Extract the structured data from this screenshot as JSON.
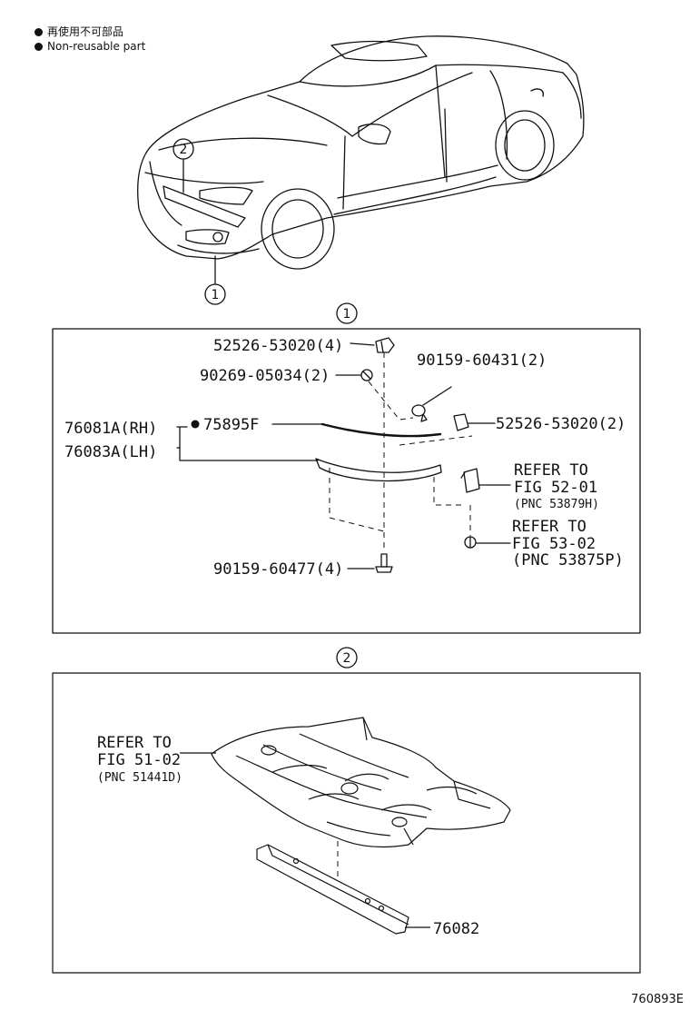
{
  "legend": {
    "line1": "再使用不可部品",
    "line2": "Non-reusable part"
  },
  "callouts": {
    "c1": "1",
    "c2": "2"
  },
  "panel1": {
    "clip_top": "52526-53020(4)",
    "screw": "90269-05034(2)",
    "grommet": "90159-60431(2)",
    "clip_right": "52526-53020(2)",
    "rh": "76081A(RH)",
    "lh": "76083A(LH)",
    "trim": "75895F",
    "ref1_a": "REFER TO",
    "ref1_b": "FIG 52-01",
    "ref1_c": "(PNC 53879H)",
    "ref2_a": "REFER TO",
    "ref2_b": "FIG 53-02",
    "ref2_c": "(PNC 53875P)",
    "bolt": "90159-60477(4)"
  },
  "panel2": {
    "ref_a": "REFER TO",
    "ref_b": "FIG 51-02",
    "ref_c": "(PNC 51441D)",
    "part": "76082"
  },
  "figure_id": "760893E"
}
